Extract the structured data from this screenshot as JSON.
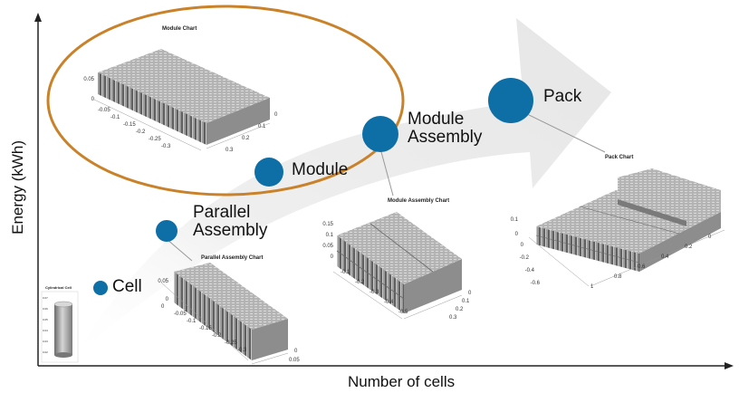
{
  "axes": {
    "y_label": "Energy (kWh)",
    "x_label": "Number of cells"
  },
  "stages": [
    {
      "key": "cell",
      "label": "Cell"
    },
    {
      "key": "parallel",
      "label_line1": "Parallel",
      "label_line2": "Assembly"
    },
    {
      "key": "module",
      "label": "Module"
    },
    {
      "key": "module_assembly",
      "label_line1": "Module",
      "label_line2": "Assembly"
    },
    {
      "key": "pack",
      "label": "Pack"
    }
  ],
  "charts": {
    "cell": {
      "title": "Cylindrical Cell"
    },
    "parallel": {
      "title": "Parallel Assembly Chart",
      "ticks_a": [
        "0.05",
        "0"
      ],
      "ticks_b": [
        "0",
        "-0.05",
        "-0.1",
        "-0.15",
        "-0.2",
        "-0.25",
        "-0.3"
      ],
      "ticks_c": [
        "0",
        "0.05"
      ]
    },
    "module": {
      "title": "Module Chart",
      "ticks_a": [
        "0.05",
        "0"
      ],
      "ticks_b": [
        "-0.05",
        "-0.1",
        "-0.15",
        "-0.2",
        "-0.25",
        "-0.3"
      ],
      "ticks_c": [
        "0",
        "0.1",
        "0.2",
        "0.3"
      ]
    },
    "module_assembly": {
      "title": "Module Assembly Chart",
      "ticks_a": [
        "0.15",
        "0.1",
        "0.05",
        "0"
      ],
      "ticks_b": [
        "-0.1",
        "-0.2",
        "-0.3",
        "-0.4",
        "-0.5"
      ],
      "ticks_c": [
        "0",
        "0.1",
        "0.2",
        "0.3"
      ]
    },
    "pack": {
      "title": "Pack Chart",
      "ticks_a": [
        "0.1",
        "0"
      ],
      "ticks_b": [
        "0",
        "-0.2",
        "-0.4",
        "-0.6"
      ],
      "ticks_c": [
        "1",
        "0.8",
        "0.6",
        "0.4",
        "0.2",
        "0"
      ]
    }
  },
  "colors": {
    "dot": "#0e6ea6",
    "ellipse": "#c9822a",
    "arrow": "#ececec",
    "axis": "#222222"
  }
}
